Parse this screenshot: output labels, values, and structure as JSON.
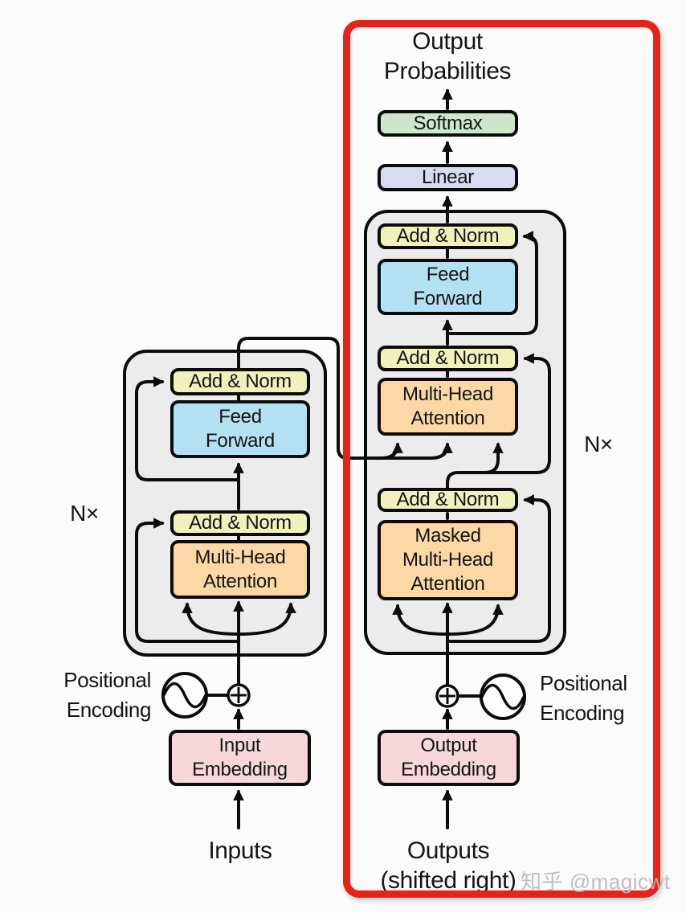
{
  "labels": {
    "output_probabilities": [
      "Output",
      "Probabilities"
    ],
    "inputs": "Inputs",
    "outputs": [
      "Outputs",
      "(shifted right)"
    ],
    "encoder_nx": "N×",
    "decoder_nx": "N×",
    "positional_encoding": [
      "Positional",
      "Encoding"
    ]
  },
  "decoder": {
    "softmax": "Softmax",
    "linear": "Linear",
    "add_norm_top": "Add & Norm",
    "feed_forward": [
      "Feed",
      "Forward"
    ],
    "add_norm_mid": "Add & Norm",
    "multi_head_attention": [
      "Multi-Head",
      "Attention"
    ],
    "add_norm_bottom": "Add & Norm",
    "masked_multi_head_attention": [
      "Masked",
      "Multi-Head",
      "Attention"
    ],
    "output_embedding": [
      "Output",
      "Embedding"
    ]
  },
  "encoder": {
    "add_norm_top": "Add & Norm",
    "feed_forward": [
      "Feed",
      "Forward"
    ],
    "add_norm_bottom": "Add & Norm",
    "multi_head_attention": [
      "Multi-Head",
      "Attention"
    ],
    "input_embedding": [
      "Input",
      "Embedding"
    ]
  },
  "watermark": {
    "text": "知乎 @magicwt"
  },
  "colors": {
    "highlight_red": "#e5231b",
    "container_gray": "#ececec",
    "add_norm_yellow": "#f0f1bd",
    "feed_forward_blue": "#b3e0f2",
    "attention_orange": "#fbd8a6",
    "embedding_pink": "#f8d7da",
    "softmax_green": "#cde7cd",
    "linear_lavender": "#d9dbee",
    "line_black": "#0c0c0c"
  }
}
